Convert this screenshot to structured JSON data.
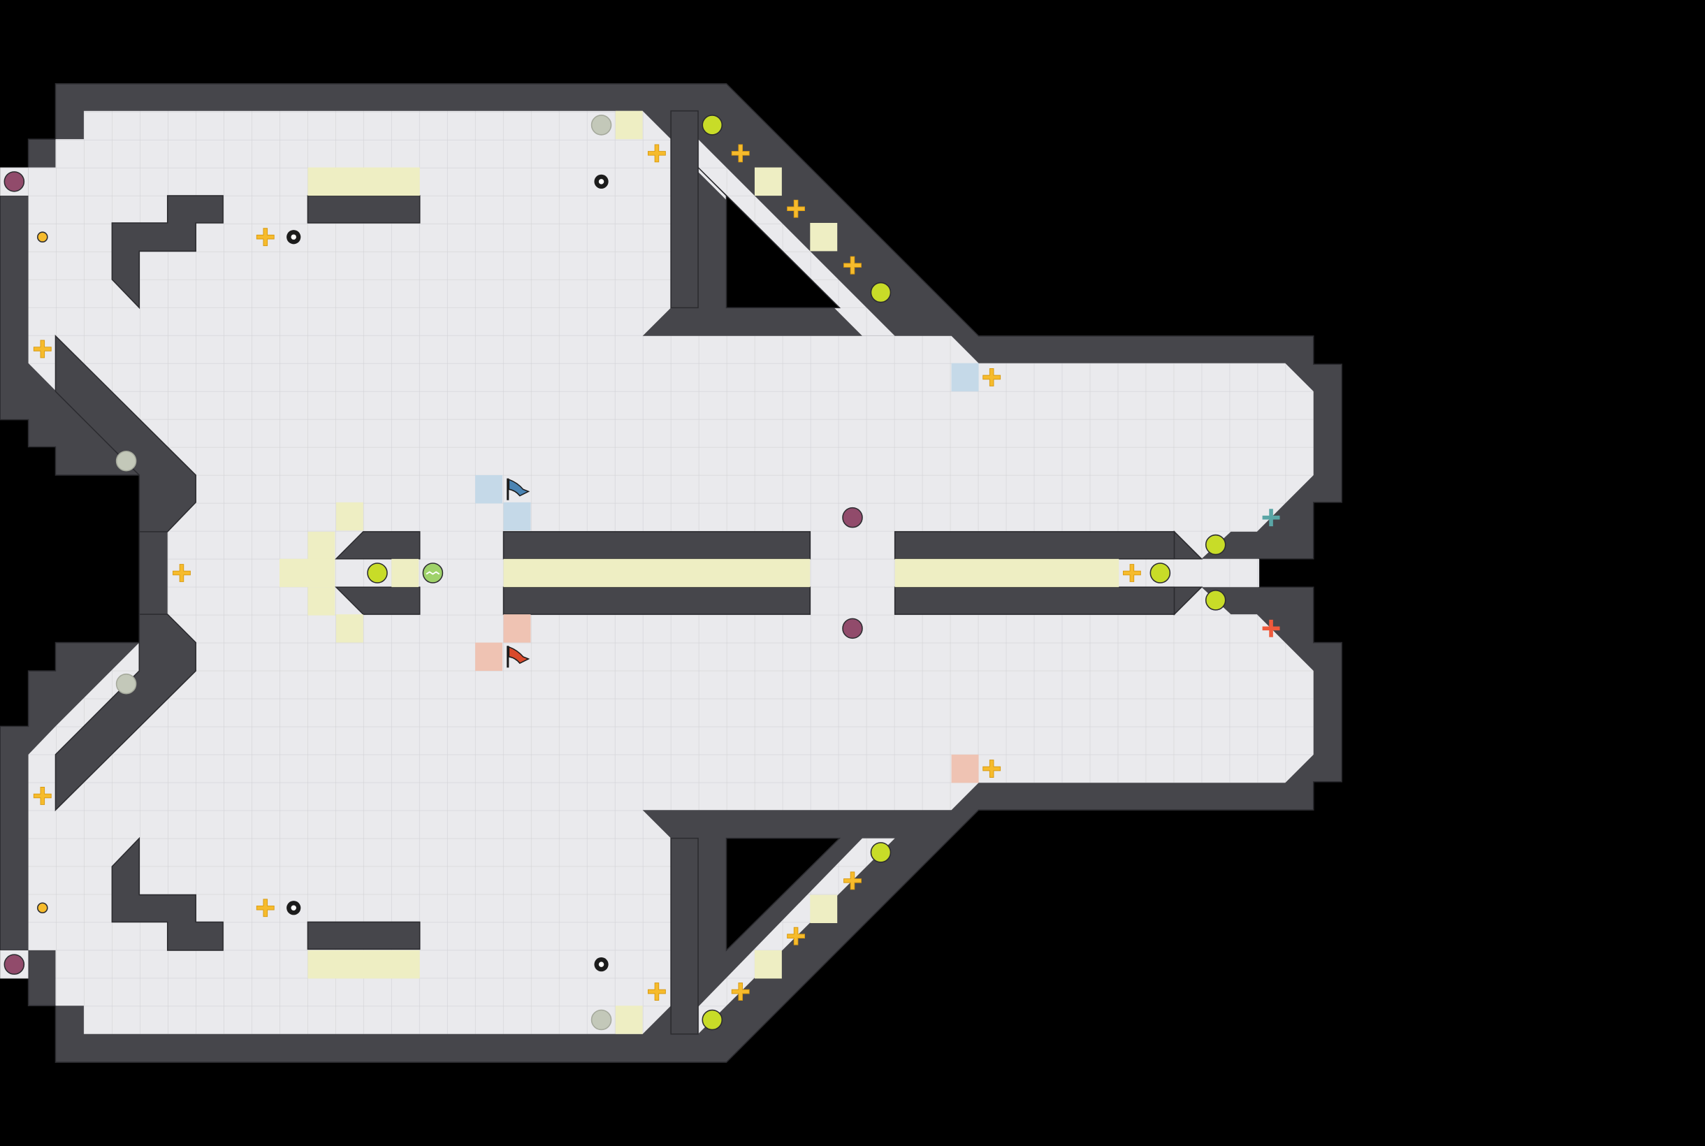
{
  "map": {
    "colors": {
      "background": "#000000",
      "floor": "#eaeaed",
      "grid_line": "#d2d2d6",
      "wall": "#46464b",
      "wall_edge": "#2b2b2f",
      "sand_tile": "#eeeec3",
      "blue_tile": "#c5d9e8",
      "red_tile": "#efc3b3",
      "boost_yellow": "#f6bb2c",
      "boost_teal": "#5aa6a6",
      "boost_red": "#f05a3c",
      "bomb": "#914b6b",
      "button_green": "#c8dc28",
      "button_gray": "#c3c8b9",
      "portal": "#f6bb2c",
      "spike": "#1c1c1c",
      "blue_team": "#4b84b3",
      "red_team": "#d94a2c"
    },
    "legend": {
      "wall": "wall",
      "boost": "speed-boost",
      "team_boost_blue": "blue-team-boost",
      "team_boost_red": "red-team-boost",
      "bomb": "bomb",
      "button": "button",
      "inactive_button": "inactive-button",
      "portal": "portal",
      "spike": "spike",
      "flag_blue": "blue-flag",
      "flag_red": "red-flag",
      "powerup": "powerup-marker"
    }
  }
}
